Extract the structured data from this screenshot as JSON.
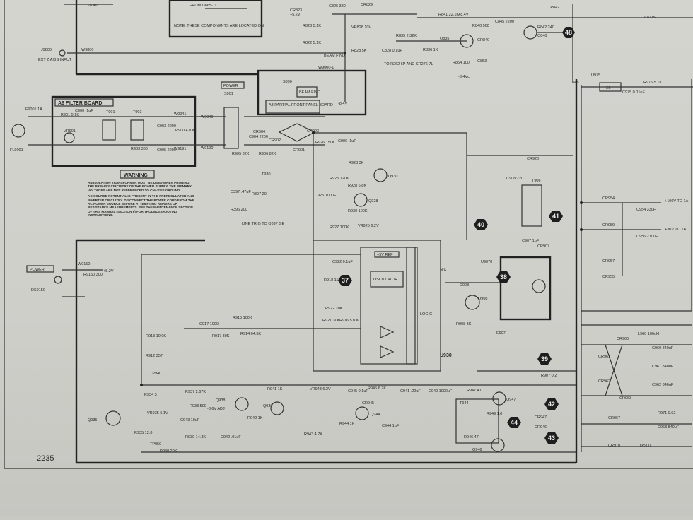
{
  "page_number": "2235",
  "boards": {
    "a6": "A6 FILTER BOARD",
    "a3": "A3 PARTIAL FRONT PANEL BOARD"
  },
  "warning": {
    "title": "WARNING",
    "para1": "AN ISOLATION TRANSFORMER MUST BE USED WHEN PROBING THE PRIMARY CIRCUITRY OF THE POWER SUPPLY. THE PRIMARY VOLTAGES ARE NOT REFERENCED TO CHASSIS GROUND.",
    "para2": "AC-SOURCE POTENTIAL IS PRESENT IN THE PREREGULATOR AND INVERTER CIRCUITRY. DISCONNECT THE POWER CORD FROM THE AC-POWER SOURCE BEFORE ATTEMPTING REPAIRS OR RESISTANCE MEASUREMENTS. SEE THE MAINTENANCE SECTION OF THIS MANUAL (SECTION 6) FOR TROUBLESHOOTING INSTRUCTIONS."
  },
  "note": {
    "from": "FROM U665-11",
    "text": "NOTE: THESE COMPONENTS ARE LOCATED ON"
  },
  "labels": {
    "power_switch": "POWER",
    "s901": "S901",
    "power_led": "POWER",
    "ds9150": "DS9150",
    "beam_find": "BEAM FIND",
    "s390": "S390",
    "beam_find_key": "BEAM FIND",
    "ext_z": "EXT Z AXIS INPUT",
    "j9800": "J9800",
    "w9800": "W9800",
    "z_axis": "Z AXIS",
    "tp842": "TP842",
    "u975": "U975",
    "x6": "X6",
    "t948": "T948",
    "oscillator": "OSCILLATOR",
    "u930": "U930",
    "logic": "LOGIC",
    "ref": "+5V REF",
    "nc": "N C",
    "line_trig": "LINE TRIG TO Q397 GE",
    "to_r262": "TO R262 6P AND CR276 7L",
    "w9000": "W9000-1",
    "plus52": "+5.2V",
    "plus84": "+8.4V",
    "minus84": "-8.4V",
    "minus84b": "-8.4Vc",
    "fl9001": "FL9001",
    "f9001": "F9001 1A",
    "plus100v": "+100V TO 1A",
    "plus30v": "+30V TO 1A",
    "tp940": "TP940",
    "tp950": "TP950",
    "tp900": "TP900",
    "u9070": "U9070"
  },
  "markers": [
    "48",
    "40",
    "41",
    "38",
    "37",
    "39",
    "42",
    "44",
    "43"
  ],
  "components": {
    "r901": "R901 5.1K",
    "c900": "C900 .1uF",
    "vr901": "VR901",
    "t901": "T901",
    "t903": "T903",
    "r903": "R903 330",
    "c903": "C903 2200",
    "c905": "C905 2200",
    "r900": "R900 470K",
    "w9041": "W9041",
    "w9191": "W9191",
    "w9040": "W9040",
    "w9190": "W9190",
    "c904": "C904 2200",
    "cr904": "CR904",
    "cr902": "CR902",
    "cr901": "CR901",
    "cr903": "CR903",
    "r926": "R926 150K",
    "c906": "C906 .1uF",
    "r905": "R905 82K",
    "r906": "R906 82K",
    "t930": "T930",
    "r397": "R397 20",
    "c925": "C925 100uF",
    "r396": "R396 200",
    "c397": "C397 .47uF",
    "r925": "R925 120K",
    "r923": "R923 3K",
    "q930": "Q930",
    "r928": "R928 6.8K",
    "q928": "Q928",
    "r930": "R930 100K",
    "r927": "R927 100K",
    "vr925": "VR925 6.2V",
    "cr920": "CR920",
    "c908": "C908 220",
    "t906": "T906",
    "c907": "C907 1uF",
    "cr907": "CR907",
    "q908": "Q908",
    "c908b": "C908",
    "r918": "R918 11K",
    "c922": "C922 0.1uF",
    "r922": "R922 20K",
    "r921": "R921 30K",
    "r916": "R916 510K",
    "r915": "R915 100K",
    "r914": "R914 64.5K",
    "r913": "R913 10.0K",
    "r912": "R912 357",
    "c917": "C917 1000",
    "r917": "R917 30K",
    "r908": "R908 3K",
    "e907": "E907",
    "r907": "R907 0.2",
    "w9150": "W9150",
    "r9150": "R9150 300",
    "plus52b": "+5.2V",
    "r934": "R934 3",
    "q935": "Q935",
    "vr935": "VR935 5.1V",
    "r935": "R935 12.0",
    "r940": "R940 20K",
    "r937": "R937 2.67K",
    "r938": "R938 500",
    "adj": "-8.6V ADJ",
    "c943": "C943 10uF",
    "r939": "R939 14.3K",
    "c942": "C942 .01uF",
    "q938": "Q938",
    "r941": "R941 1K",
    "r942": "R942 1K",
    "q939": "Q939",
    "vr943": "VR943 6.2V",
    "r943": "R943 4.7K",
    "c945": "C945 0.1uF",
    "cr945": "CR945",
    "r945": "R945 6.2K",
    "q944": "Q944",
    "r944": "R944 1K",
    "c944": "C944 1uF",
    "c941": "C941 .22uF",
    "c940": "C940 1000uF",
    "r947": "R947 47",
    "q947": "Q947",
    "t944": "T944",
    "r949": "R949 1.0",
    "cr947": "CR947",
    "cr946": "CR946",
    "r946": "R946 47",
    "q946": "Q946",
    "cr823": "CR823",
    "r823": "R823 5.1K",
    "r822": "R822 5.1K",
    "c825": "C825 330",
    "cr829": "CR829",
    "vr828": "VR828 10V",
    "r828": "R828 5K",
    "c828": "C828 0.1uF",
    "r835": "R835 2.32K",
    "r836": "R836 1K",
    "q835": "Q835",
    "r841": "R841 22.1K",
    "r840": "R840 560",
    "c845": "C845 2200",
    "cr840": "CR840",
    "r842": "R842 240",
    "q840": "Q840",
    "r854": "R854 100",
    "c853": "C853",
    "cr954": "CR954",
    "c954": "C954 33uF",
    "cr959": "CR959",
    "c956": "C956 270uF",
    "cr957": "CR957",
    "cr955": "CR955",
    "r976": "R976 5.1K",
    "c975": "C975 0.01uF",
    "cr960": "CR960",
    "cr961": "CR961",
    "cr962": "CR962",
    "cr963": "CR963",
    "l960": "L960 100uH",
    "c960": "C960 840uF",
    "c961": "C961 840uF",
    "c962": "C962 840uF",
    "r971": "R971 0.62",
    "cr967": "CR967",
    "c968": "C968 840uF",
    "cr970": "CR970"
  }
}
